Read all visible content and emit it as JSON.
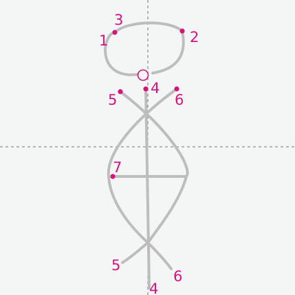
{
  "colors": {
    "canvas_bg": "#f4f6f6",
    "page_bg": "#ffffff",
    "stroke": "#bdbdbd",
    "guide": "#707070",
    "accent": "#d4137e"
  },
  "guides": {
    "style": "dashed",
    "vertical": true,
    "horizontal": true
  },
  "figure": {
    "shapes": [
      "head-loop",
      "cross-strokes",
      "body-lens",
      "vertical-stroke",
      "horizontal-stroke"
    ],
    "start_marker": "open-circle"
  },
  "labels": {
    "n1": "1",
    "n2": "2",
    "n3": "3",
    "n4_top": "4",
    "n5_top": "5",
    "n6_top": "6",
    "n7": "7",
    "n5_bottom": "5",
    "n6_bottom": "6",
    "n4_bottom": "4"
  }
}
